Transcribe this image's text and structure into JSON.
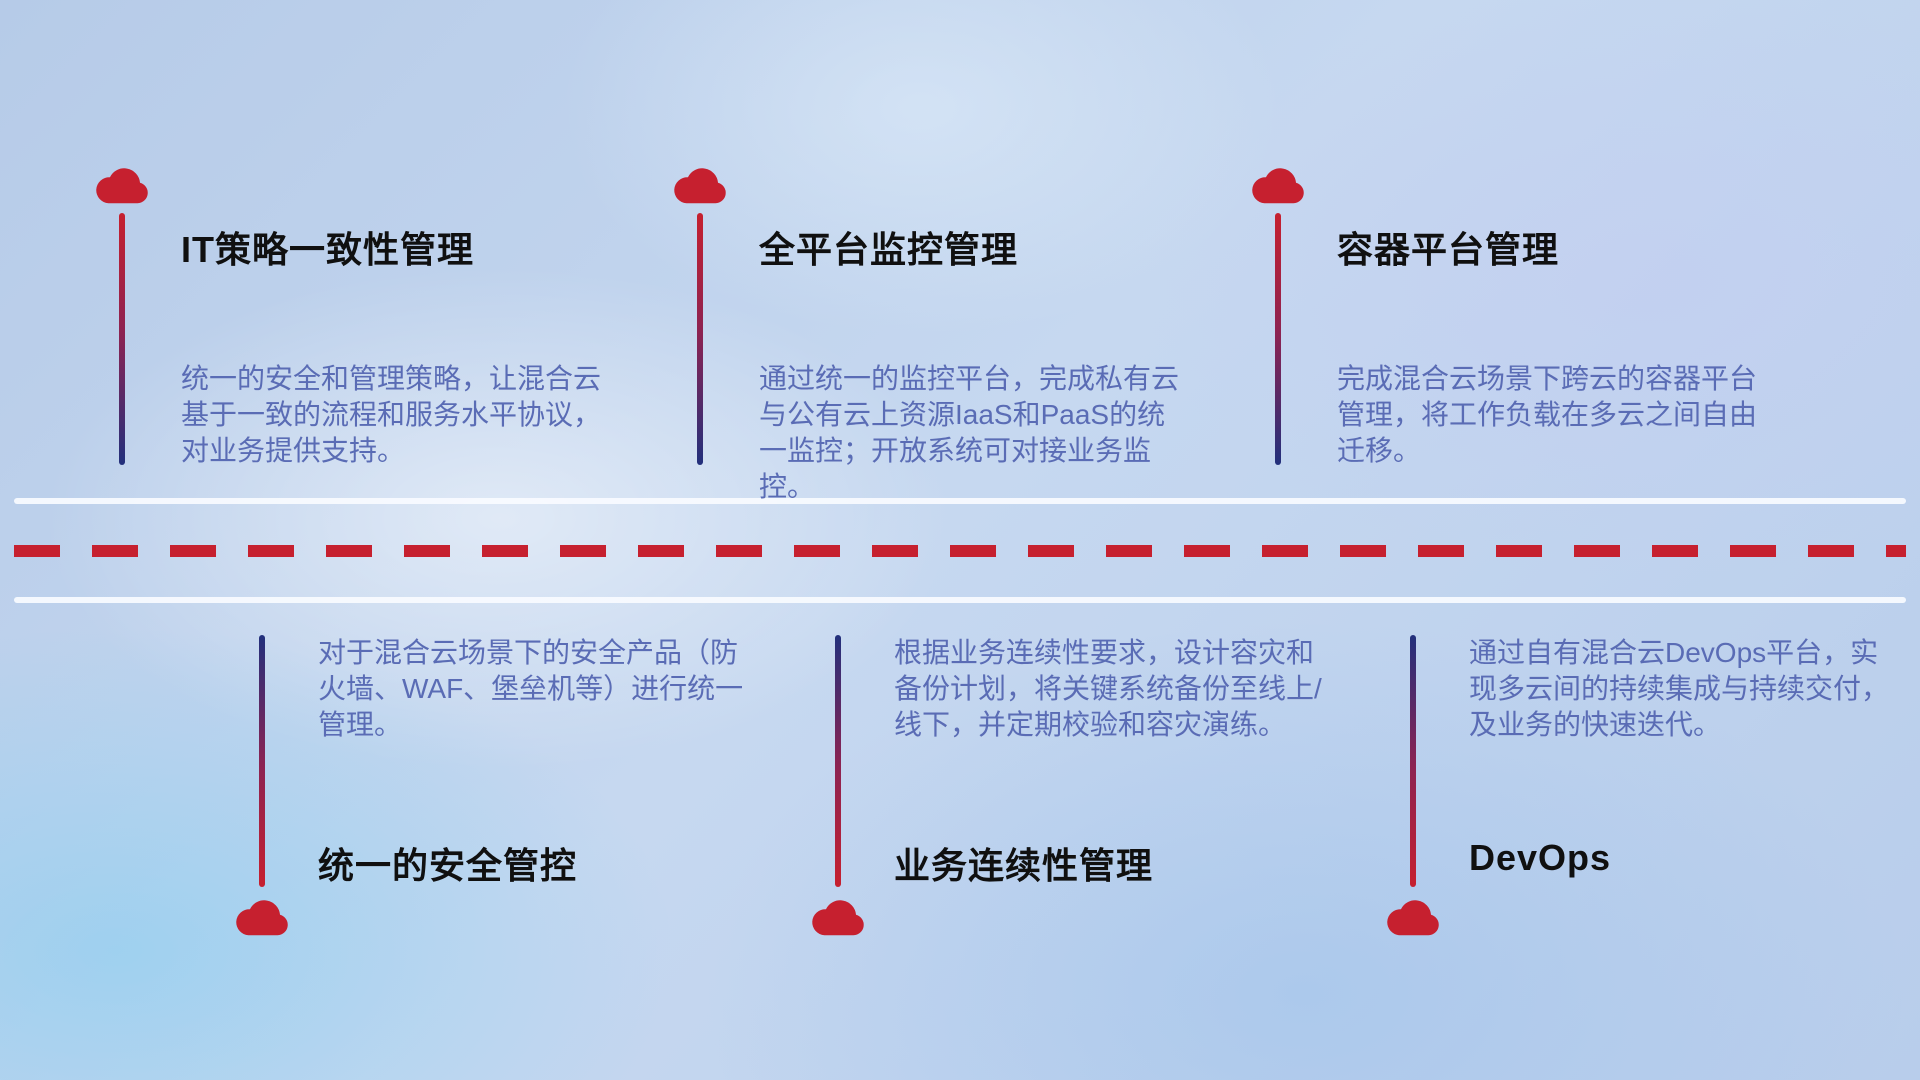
{
  "top_items": [
    {
      "title": "IT策略一致性管理",
      "description": "统一的安全和管理策略，让混合云基于一致的流程和服务水平协议，对业务提供支持。"
    },
    {
      "title": "全平台监控管理",
      "description": "通过统一的监控平台，完成私有云与公有云上资源IaaS和PaaS的统一监控；开放系统可对接业务监控。"
    },
    {
      "title": "容器平台管理",
      "description": "完成混合云场景下跨云的容器平台管理，将工作负载在多云之间自由迁移。"
    }
  ],
  "bottom_items": [
    {
      "title": "统一的安全管控",
      "description": "对于混合云场景下的安全产品（防火墙、WAF、堡垒机等）进行统一管理。"
    },
    {
      "title": "业务连续性管理",
      "description": "根据业务连续性要求，设计容灾和备份计划，将关键系统备份至线上/线下，并定期校验和容灾演练。"
    },
    {
      "title": "DevOps",
      "description": "通过自有混合云DevOps平台，实现多云间的持续集成与持续交付，及业务的快速迭代。"
    }
  ],
  "colors": {
    "accent_red": "#c6202f",
    "line_blue": "#22307c",
    "description_text": "#5a6cb5",
    "title_text": "#101010",
    "timeline_white": "#f8fbff"
  }
}
